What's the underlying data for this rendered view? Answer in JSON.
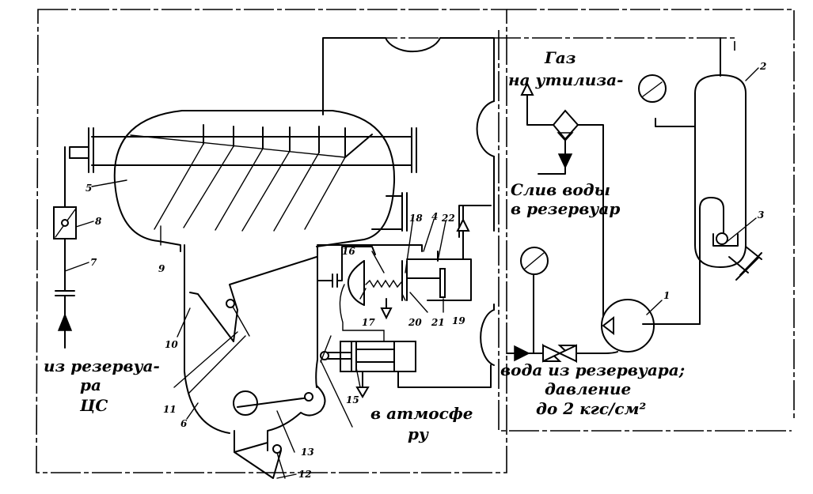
{
  "diagram": {
    "title": "",
    "labels": {
      "gas_line1": "Газ",
      "gas_line2": "на утилиза-",
      "drain_line1": "Слив воды",
      "drain_line2": "в резервуар",
      "water_line1": "вода из резервуара;",
      "water_line2": "давление",
      "water_line3": "до 2 кгс/см²",
      "cs_line1": "из резервуа-",
      "cs_line2": "ра",
      "cs_line3": "ЦС",
      "atm_line1": "в атмосфе",
      "atm_line2": "ру"
    },
    "callouts": {
      "n1": "1",
      "n2": "2",
      "n3": "3",
      "n4": "4",
      "n5": "5",
      "n6": "6",
      "n7": "7",
      "n8": "8",
      "n9": "9",
      "n10": "10",
      "n11": "11",
      "n12": "12",
      "n13": "13",
      "n15": "15",
      "n16": "16",
      "n17": "17",
      "n18": "18",
      "n19": "19",
      "n20": "20",
      "n21": "21",
      "n22": "22"
    },
    "components": [
      {
        "id": "pump",
        "callout": "1"
      },
      {
        "id": "separator-column",
        "callout": "2"
      },
      {
        "id": "float-valve",
        "callout": "3"
      },
      {
        "id": "actuator",
        "callout": "4"
      },
      {
        "id": "horizontal-vessel",
        "callout": "5"
      },
      {
        "id": "lower-chamber",
        "callout": "6"
      },
      {
        "id": "inlet-pipe",
        "callout": "7"
      },
      {
        "id": "check-valve",
        "callout": "8"
      },
      {
        "id": "baffle",
        "callout": "9"
      },
      {
        "id": "lever",
        "callout": "10"
      },
      {
        "id": "float-arm",
        "callout": "11"
      },
      {
        "id": "lower-lever",
        "callout": "12"
      },
      {
        "id": "link",
        "callout": "13"
      },
      {
        "id": "cylinder",
        "callout": "15"
      },
      {
        "id": "diaphragm-housing",
        "callout": "16"
      },
      {
        "id": "diaphragm",
        "callout": "17"
      },
      {
        "id": "spring",
        "callout": "18"
      },
      {
        "id": "piston",
        "callout": "19"
      },
      {
        "id": "seat",
        "callout": "20"
      },
      {
        "id": "valve-plate",
        "callout": "21"
      },
      {
        "id": "stem",
        "callout": "22"
      }
    ]
  }
}
